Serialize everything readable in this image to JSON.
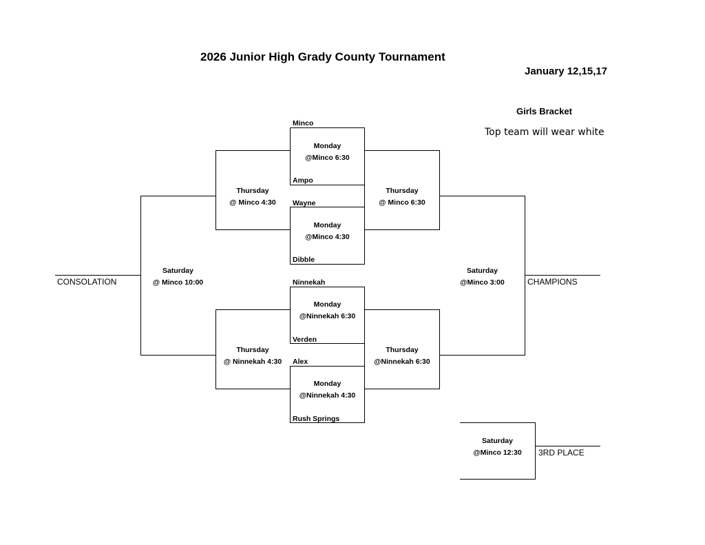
{
  "header": {
    "title": "2026 Junior High Grady County Tournament",
    "dates": "January 12,15,17",
    "bracket": "Girls Bracket",
    "note": "Top team will wear white"
  },
  "teams": {
    "minco": "Minco",
    "ampo": "Ampo",
    "wayne": "Wayne",
    "dibble": "Dibble",
    "ninnekah": "Ninnekah",
    "verden": "Verden",
    "alex": "Alex",
    "rush_springs": "Rush Springs"
  },
  "games": {
    "mon1": {
      "day": "Monday",
      "where": "@Minco 6:30"
    },
    "mon2": {
      "day": "Monday",
      "where": "@Minco 4:30"
    },
    "mon3": {
      "day": "Monday",
      "where": "@Ninnekah 6:30"
    },
    "mon4": {
      "day": "Monday",
      "where": "@Ninnekah 4:30"
    },
    "thu_cons_top": {
      "day": "Thursday",
      "where": "@ Minco 4:30"
    },
    "thu_champ_top": {
      "day": "Thursday",
      "where": "@ Minco 6:30"
    },
    "thu_cons_bot": {
      "day": "Thursday",
      "where": "@ Ninnekah 4:30"
    },
    "thu_champ_bot": {
      "day": "Thursday",
      "where": "@Ninnekah 6:30"
    },
    "sat_cons": {
      "day": "Saturday",
      "where": "@ Minco 10:00"
    },
    "sat_champ": {
      "day": "Saturday",
      "where": "@Minco 3:00"
    },
    "sat_third": {
      "day": "Saturday",
      "where": "@Minco 12:30"
    }
  },
  "places": {
    "consolation": "CONSOLATION",
    "champions": "CHAMPIONS",
    "third": "3RD PLACE"
  }
}
